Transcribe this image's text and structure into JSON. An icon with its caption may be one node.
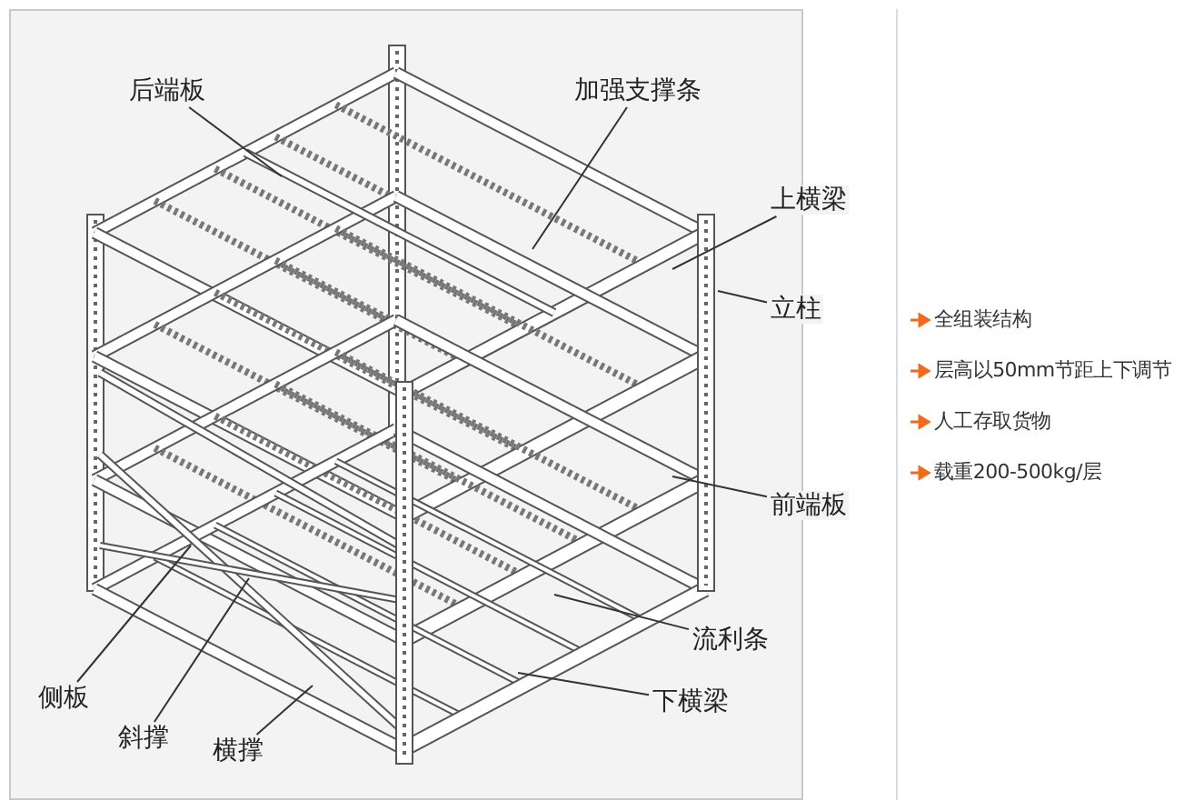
{
  "diagram": {
    "nodes": [
      {
        "text": [
          "后端板"
        ]
      },
      {
        "text": [
          "加强支撑条"
        ]
      },
      {
        "text": [
          "上横梁"
        ]
      },
      {
        "text": [
          "立柱"
        ]
      },
      {
        "text": [
          "前端板"
        ]
      },
      {
        "text": [
          "流利条"
        ]
      },
      {
        "text": [
          "下横梁"
        ]
      },
      {
        "text": [
          "侧板"
        ]
      },
      {
        "text": [
          "斜撑"
        ]
      },
      {
        "text": [
          "横撑"
        ]
      }
    ],
    "edges": [
      {
        "from": 0,
        "to": null,
        "arrow": "none"
      },
      {
        "from": 1,
        "to": null,
        "arrow": "none"
      },
      {
        "from": 2,
        "to": null,
        "arrow": "none"
      },
      {
        "from": 3,
        "to": null,
        "arrow": "none"
      },
      {
        "from": 4,
        "to": null,
        "arrow": "none"
      },
      {
        "from": 5,
        "to": null,
        "arrow": "none"
      },
      {
        "from": 6,
        "to": null,
        "arrow": "none"
      },
      {
        "from": 7,
        "to": null,
        "arrow": "none"
      },
      {
        "from": 8,
        "to": null,
        "arrow": "none"
      },
      {
        "from": 9,
        "to": null,
        "arrow": "none"
      }
    ],
    "labels": [
      "全组装结构",
      "层高以50mm节距上下调节",
      "人工存取货物",
      "载重200-500kg/层"
    ]
  }
}
